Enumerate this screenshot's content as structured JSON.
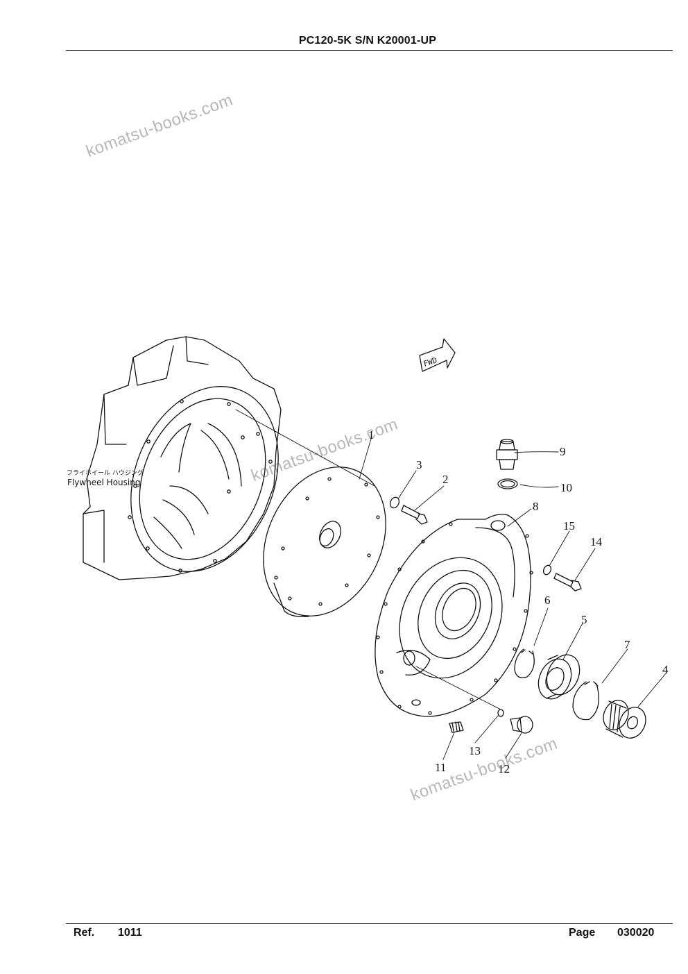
{
  "header": {
    "title": "PC120-5K S/N K20001-UP"
  },
  "footer": {
    "ref_label": "Ref.",
    "ref_value": "1011",
    "page_label": "Page",
    "page_value": "030020"
  },
  "watermark_text": "komatsu-books.com",
  "diagram": {
    "caption_jp": "フライホイール ハウジング",
    "caption_en": "Flywheel Housing",
    "fwd_label": "FWD",
    "callouts": [
      "1",
      "2",
      "3",
      "4",
      "5",
      "6",
      "7",
      "8",
      "9",
      "10",
      "11",
      "12",
      "13",
      "14",
      "15"
    ]
  }
}
